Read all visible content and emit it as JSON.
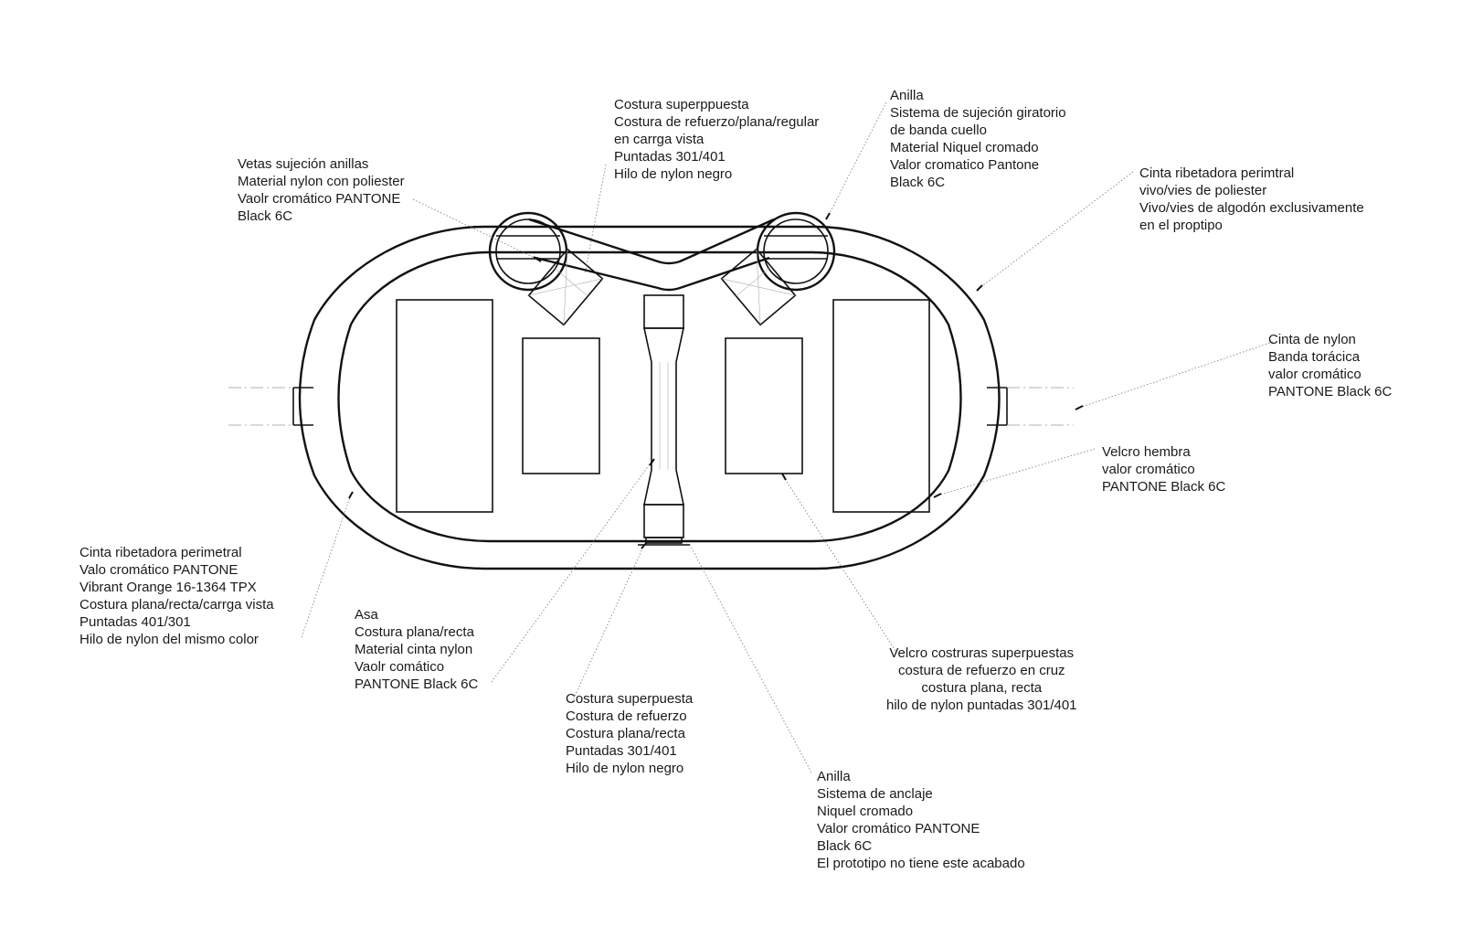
{
  "notes": {
    "vetas_anillas": [
      "Vetas sujeción anillas",
      "Material nylon con poliester",
      "Vaolr cromático PANTONE",
      "Black 6C"
    ],
    "costura_superior": [
      "Costura superppuesta",
      "Costura de refuerzo/plana/regular",
      "en carrga vista",
      "Puntadas 301/401",
      "Hilo de nylon negro"
    ],
    "anilla_cuello": [
      "Anilla",
      "Sistema de sujeción giratorio",
      "de banda cuello",
      "Material Niquel cromado",
      "Valor cromatico Pantone",
      "Black 6C"
    ],
    "cinta_ribetadora_vivo": [
      "Cinta ribetadora perimtral",
      "vivo/vies de poliester",
      "Vivo/vies de algodón exclusivamente",
      "en el proptipo"
    ],
    "cinta_nylon": [
      "Cinta de nylon",
      "Banda torácica",
      "valor cromático",
      "PANTONE Black 6C"
    ],
    "velcro_hembra": [
      "Velcro hembra",
      "valor cromático",
      "PANTONE Black 6C"
    ],
    "cinta_ribetadora_perimetral": [
      "Cinta ribetadora perimetral",
      "Valo cromático PANTONE",
      "Vibrant Orange 16-1364 TPX",
      "Costura plana/recta/carrga vista",
      "Puntadas 401/301",
      "Hilo de nylon del mismo color"
    ],
    "asa": [
      "Asa",
      "Costura plana/recta",
      "Material cinta nylon",
      "Vaolr comático",
      "PANTONE Black 6C"
    ],
    "costura_inferior": [
      "Costura superpuesta",
      "Costura de refuerzo",
      "Costura plana/recta",
      "Puntadas 301/401",
      "Hilo de nylon negro"
    ],
    "velcro_costuras": [
      "Velcro costruras superpuestas",
      "costura de refuerzo en cruz",
      "costura plana, recta",
      "hilo de nylon puntadas 301/401"
    ],
    "anilla_anclaje": [
      "Anilla",
      "Sistema de anclaje",
      "Niquel cromado",
      "Valor cromático PANTONE",
      "Black 6C",
      "El prototipo no tiene este acabado"
    ]
  }
}
